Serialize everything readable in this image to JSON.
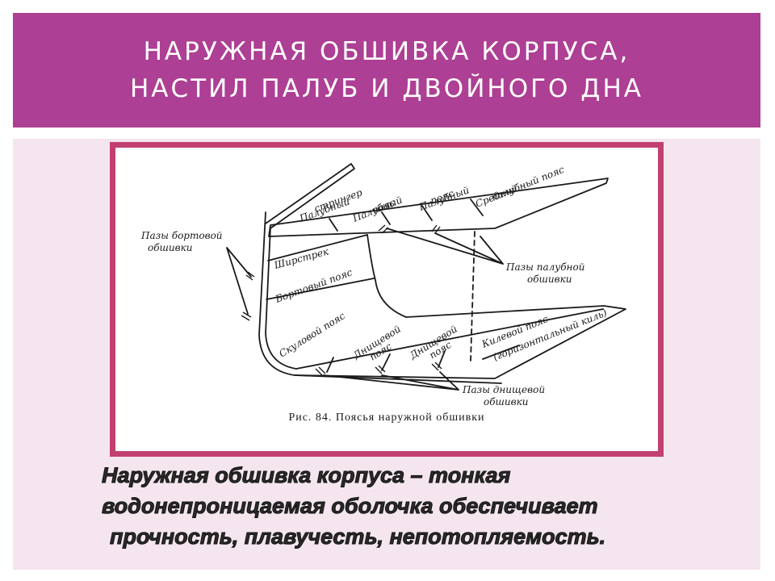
{
  "slide": {
    "title_lines": [
      "НАРУЖНАЯ ОБШИВКА КОРПУСА,",
      "НАСТИЛ ПАЛУБ И ДВОЙНОГО ДНА"
    ],
    "statement_lines": [
      "Наружная обшивка корпуса – тонкая",
      "водонепроницаемая оболочка обеспечивает",
      "прочность, плавучесть, непотопляемость."
    ]
  },
  "figure": {
    "caption": "Рис. 84. Поясья наружной обшивки",
    "labels": {
      "side_seams": [
        "Пазы бортовой",
        "обшивки"
      ],
      "stringer": [
        "Палубный",
        "стрингер"
      ],
      "deck_strake_1": [
        "Палубный",
        "пояс"
      ],
      "deck_strake_2": [
        "Палубный",
        "пояс"
      ],
      "middle_deck_strake": [
        "Средний",
        "палубный пояс"
      ],
      "sheer_strake": "Ширстрек",
      "side_strake": "Бортовый пояс",
      "deck_seams": [
        "Пазы палубной",
        "обшивки"
      ],
      "bilge_strake": "Скуловой пояс",
      "bottom_strake_1": [
        "Днищевой",
        "пояс"
      ],
      "bottom_strake_2": [
        "Днищевой",
        "пояс"
      ],
      "keel_strake": [
        "Килевой пояс",
        "(горизонтальный киль)"
      ],
      "bottom_seams": [
        "Пазы днищевой",
        "обшивки"
      ]
    }
  },
  "colors": {
    "title_band": "#ad3f94",
    "panel": "#f4e5ee",
    "frame_border": "#c1406f"
  }
}
